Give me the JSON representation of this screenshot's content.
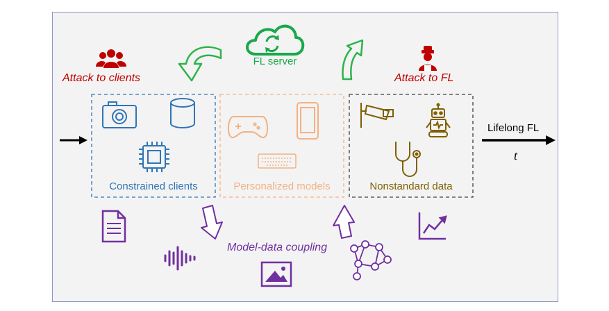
{
  "server": {
    "label": "FL server",
    "color": "#1aa84a",
    "icon": "cloud-sync-icon"
  },
  "attacks": {
    "clients": {
      "label": "Attack to clients",
      "icon": "user-group-icon"
    },
    "fl": {
      "label": "Attack to FL",
      "icon": "hacker-icon"
    },
    "color": "#c00000"
  },
  "groups": [
    {
      "label": "Constrained clients",
      "color": "#2e75b6",
      "icons": [
        "camera-icon",
        "database-icon",
        "cpu-chip-icon"
      ]
    },
    {
      "label": "Personalized models",
      "color": "#f4b183",
      "icons": [
        "gamepad-icon",
        "smartphone-icon",
        "keyboard-icon"
      ]
    },
    {
      "label": "Nonstandard data",
      "color": "#7f6000",
      "icons": [
        "security-camera-icon",
        "robot-icon",
        "stethoscope-icon"
      ]
    }
  ],
  "lifelong": {
    "label": "Lifelong FL",
    "t": "t"
  },
  "coupling": {
    "label": "Model-data coupling",
    "color": "#7030a0",
    "icons": [
      "document-icon",
      "audio-wave-icon",
      "image-icon",
      "network-icon",
      "line-chart-icon"
    ]
  }
}
